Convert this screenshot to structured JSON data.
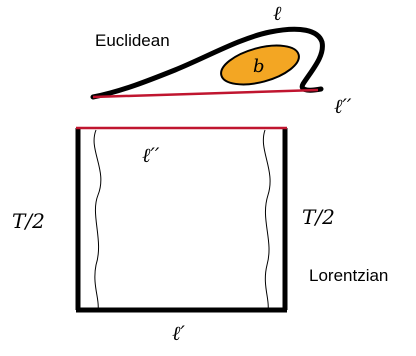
{
  "labels": {
    "region_euclidean": "Euclidean",
    "region_lorentzian": "Lorentzian",
    "ell_top": "ℓ",
    "ell_double_prime_right": "ℓ′′",
    "ell_double_prime_inside": "ℓ′′",
    "ell_prime_bottom": "ℓ′",
    "t_half_left": "T/2",
    "t_half_right": "T/2",
    "blob_b": "b"
  },
  "colors": {
    "stroke": "#000000",
    "cut_line": "#c0152f",
    "blob_fill": "#f3a623"
  }
}
